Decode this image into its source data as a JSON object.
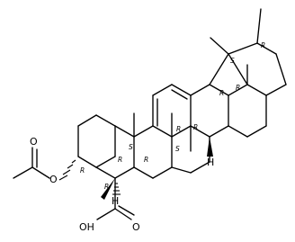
{
  "diagram": {
    "atoms": {
      "oxygen_carbonyl_acetate": "O",
      "oxygen_ester": "O",
      "hydroxyl": "OH",
      "oxygen_carbonyl_acid": "O",
      "h_c5": "H",
      "h_c18": "H"
    },
    "stereo_labels": {
      "c3": "R",
      "c4": "R",
      "c5": "R",
      "c9": "R",
      "c10": "S",
      "c13": "R",
      "c14": "S",
      "c8": "R",
      "c17": "R",
      "c18": "R",
      "c19": "S",
      "c20": "R"
    }
  }
}
